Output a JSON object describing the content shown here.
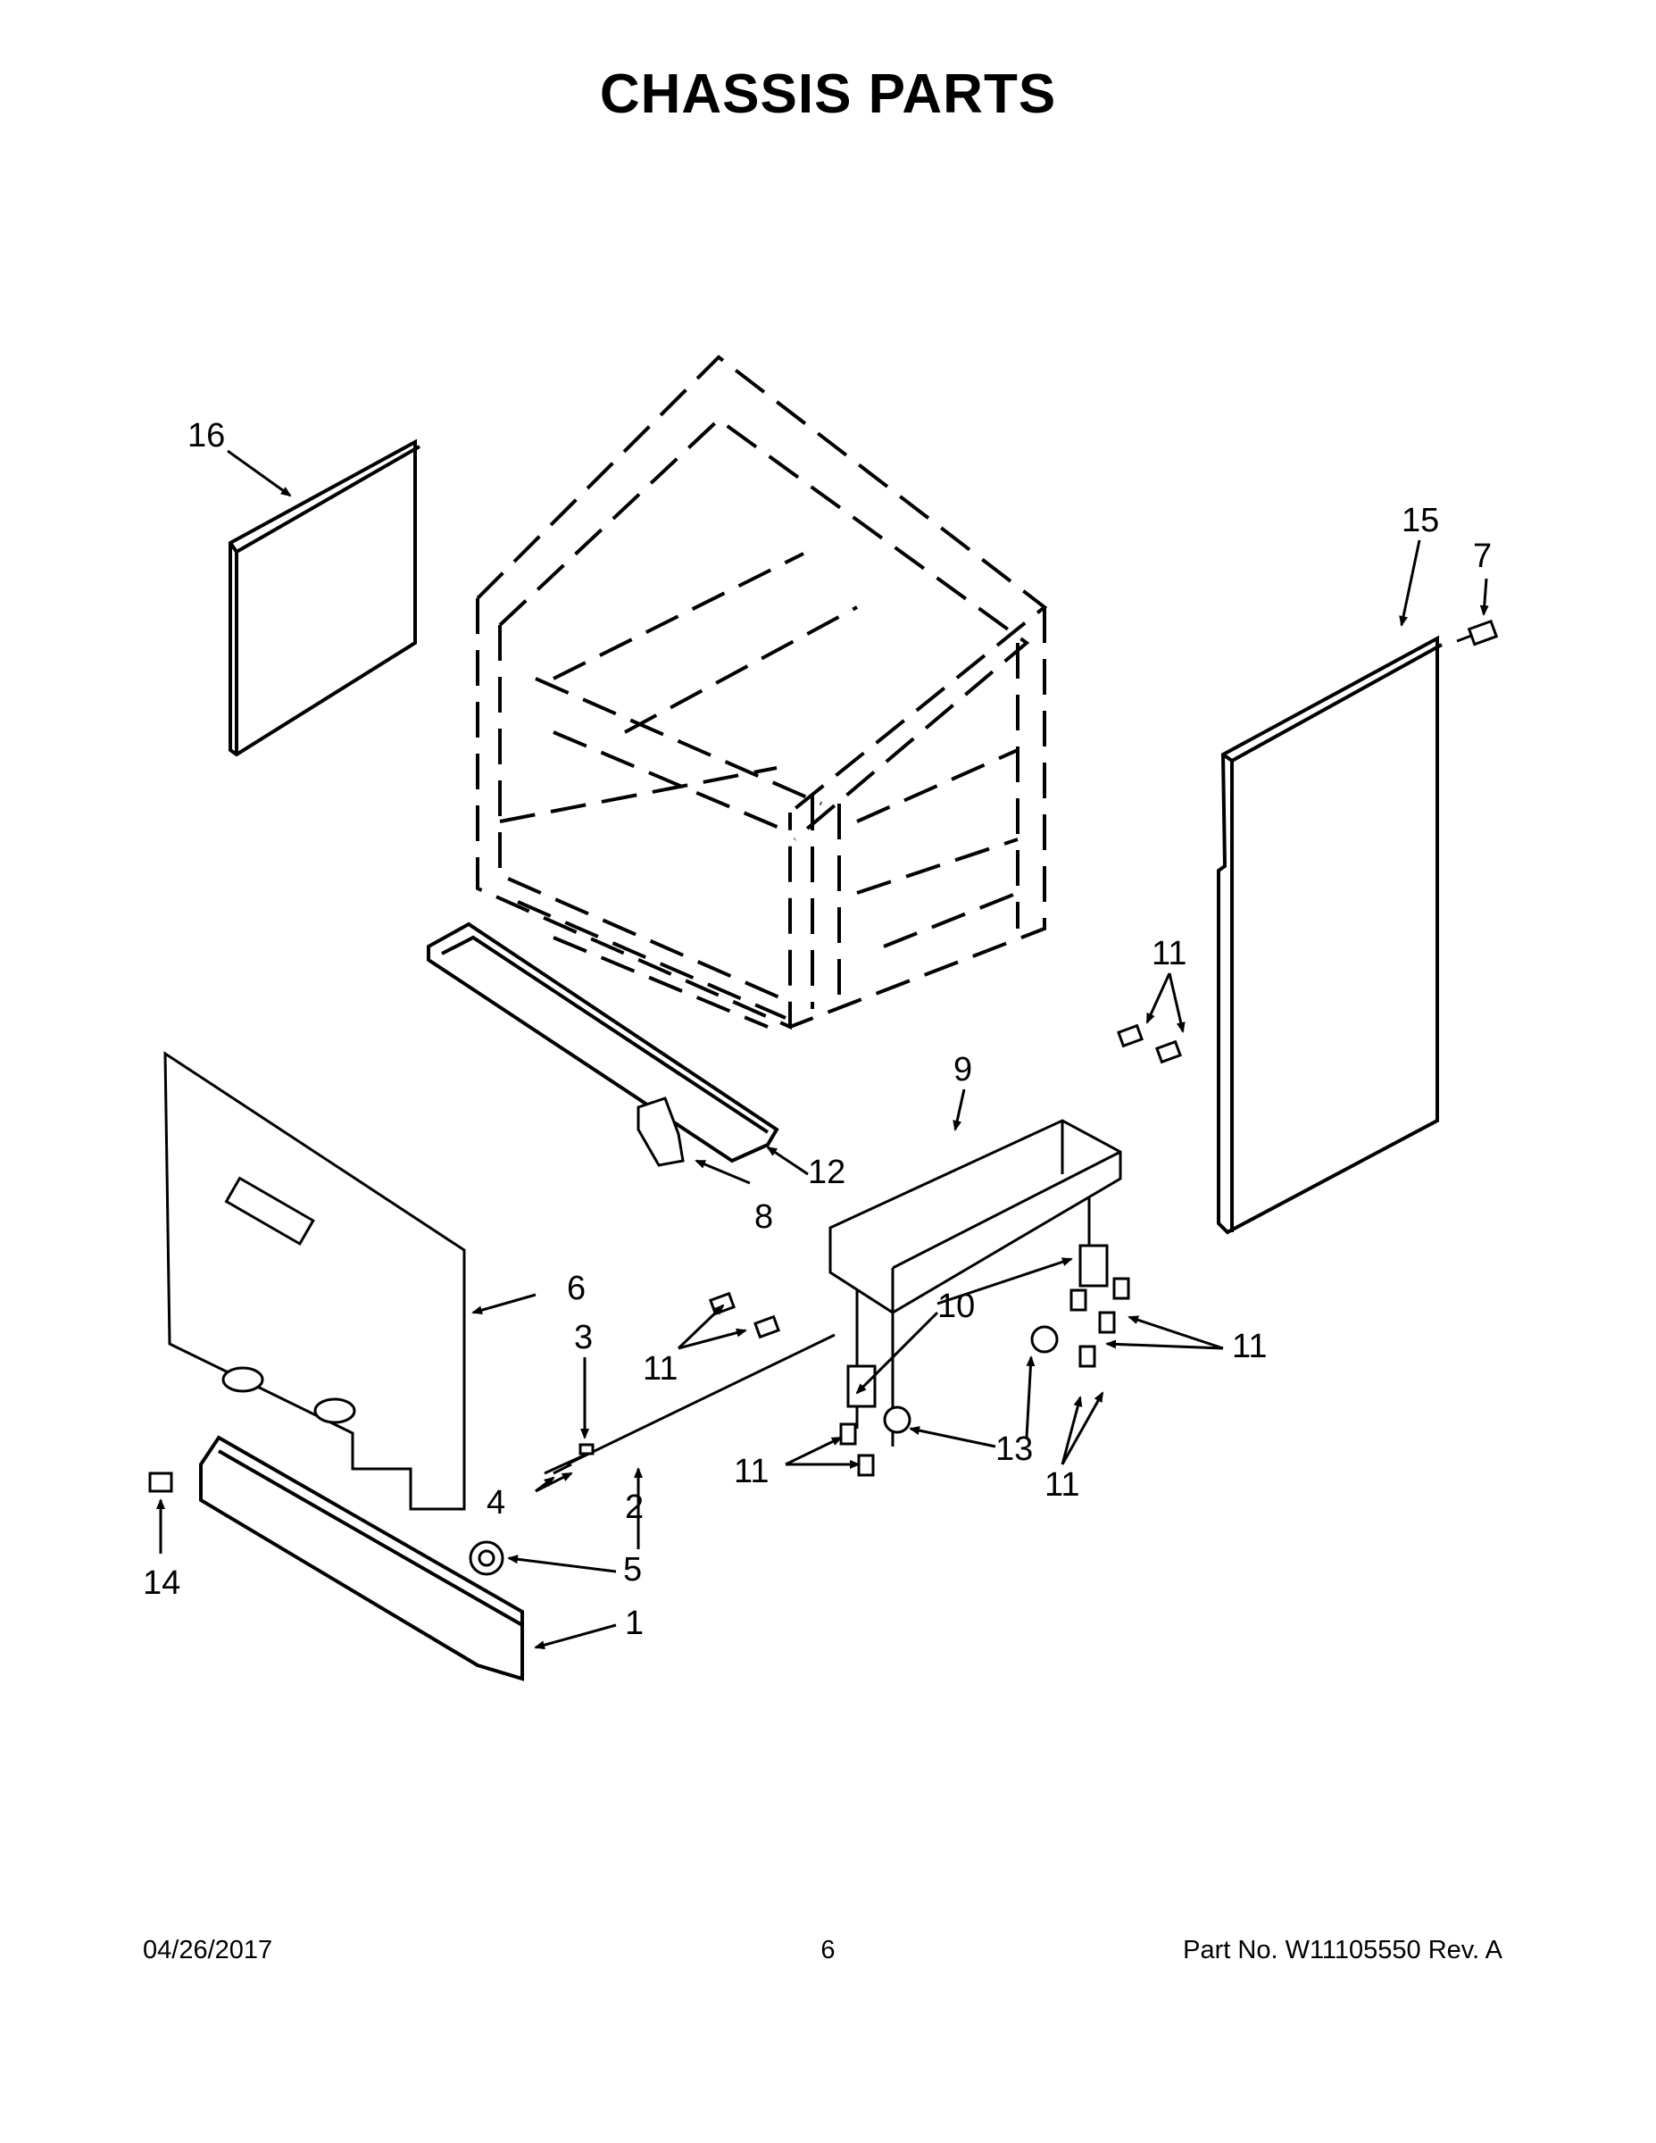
{
  "title": "CHASSIS PARTS",
  "footer": {
    "date": "04/26/2017",
    "page": "6",
    "part_no": "Part No.  W11105550  Rev.  A"
  },
  "callouts": {
    "c1": "1",
    "c2": "2",
    "c3": "3",
    "c4": "4",
    "c5": "5",
    "c6": "6",
    "c7": "7",
    "c8": "8",
    "c9": "9",
    "c10": "10",
    "c11a": "11",
    "c11b": "11",
    "c11c": "11",
    "c11d": "11",
    "c11e": "11",
    "c12": "12",
    "c13": "13",
    "c14": "14",
    "c15": "15",
    "c16": "16"
  }
}
